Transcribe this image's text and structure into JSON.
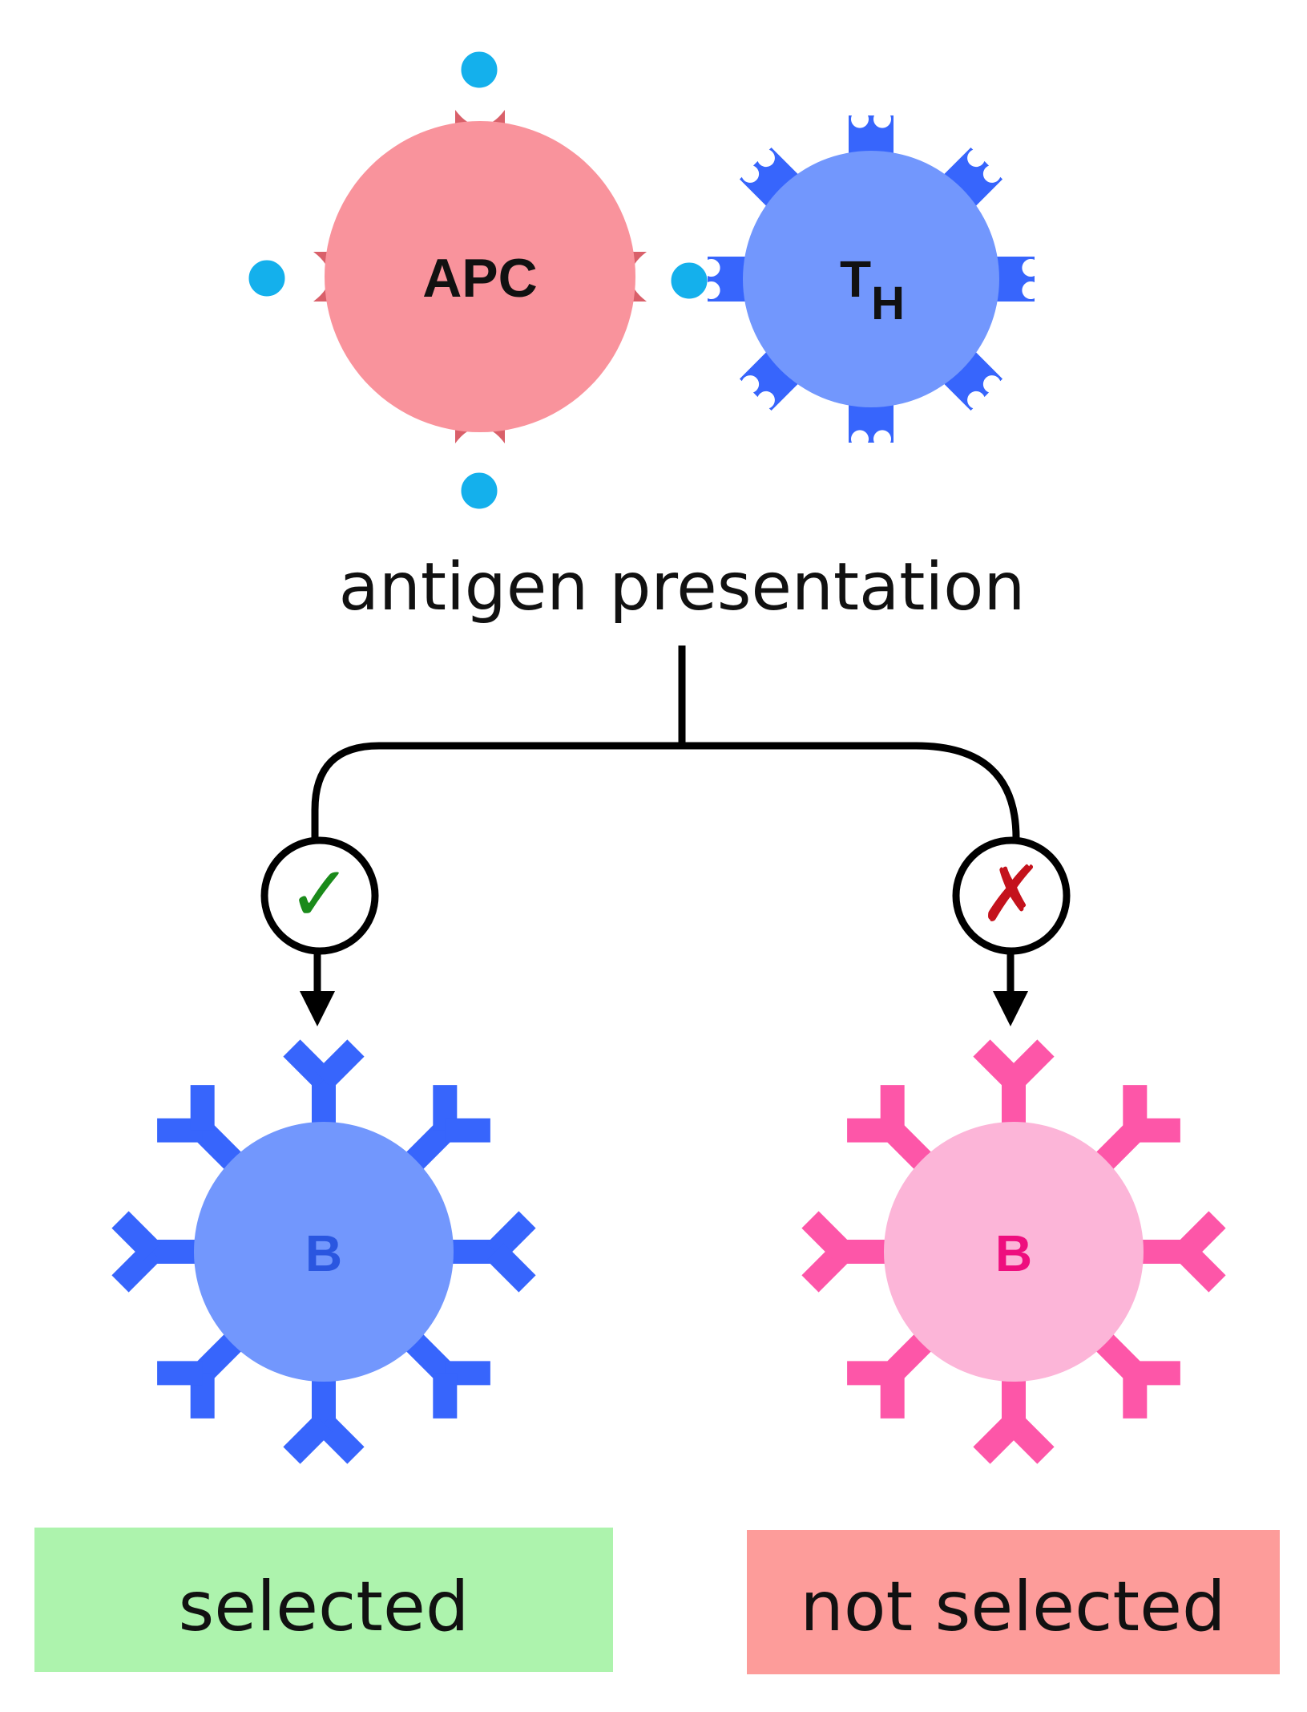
{
  "cells": {
    "apc": {
      "label": "APC",
      "fill": "#f9939c",
      "receptor": "#d9606a"
    },
    "th": {
      "label_main": "T",
      "label_sub": "H",
      "fill": "#7297fd",
      "receptor": "#3765fc"
    },
    "b_selected": {
      "label": "B",
      "fill": "#7297fd",
      "receptor": "#3765fc",
      "label_color": "#2a56e0"
    },
    "b_not_selected": {
      "label": "B",
      "fill": "#fcb5d8",
      "receptor": "#fd56a8",
      "label_color": "#ee0e7e"
    }
  },
  "antigen_color": "#14b0ec",
  "process_label": "antigen presentation",
  "branches": {
    "selected": {
      "symbol": "✓",
      "symbol_color": "#1a8a1a",
      "outcome_label": "selected",
      "outcome_fill": "#adf3ad"
    },
    "not_selected": {
      "symbol": "✗",
      "symbol_color": "#c4121c",
      "outcome_label": "not selected",
      "outcome_fill": "#fd9c9a"
    }
  }
}
